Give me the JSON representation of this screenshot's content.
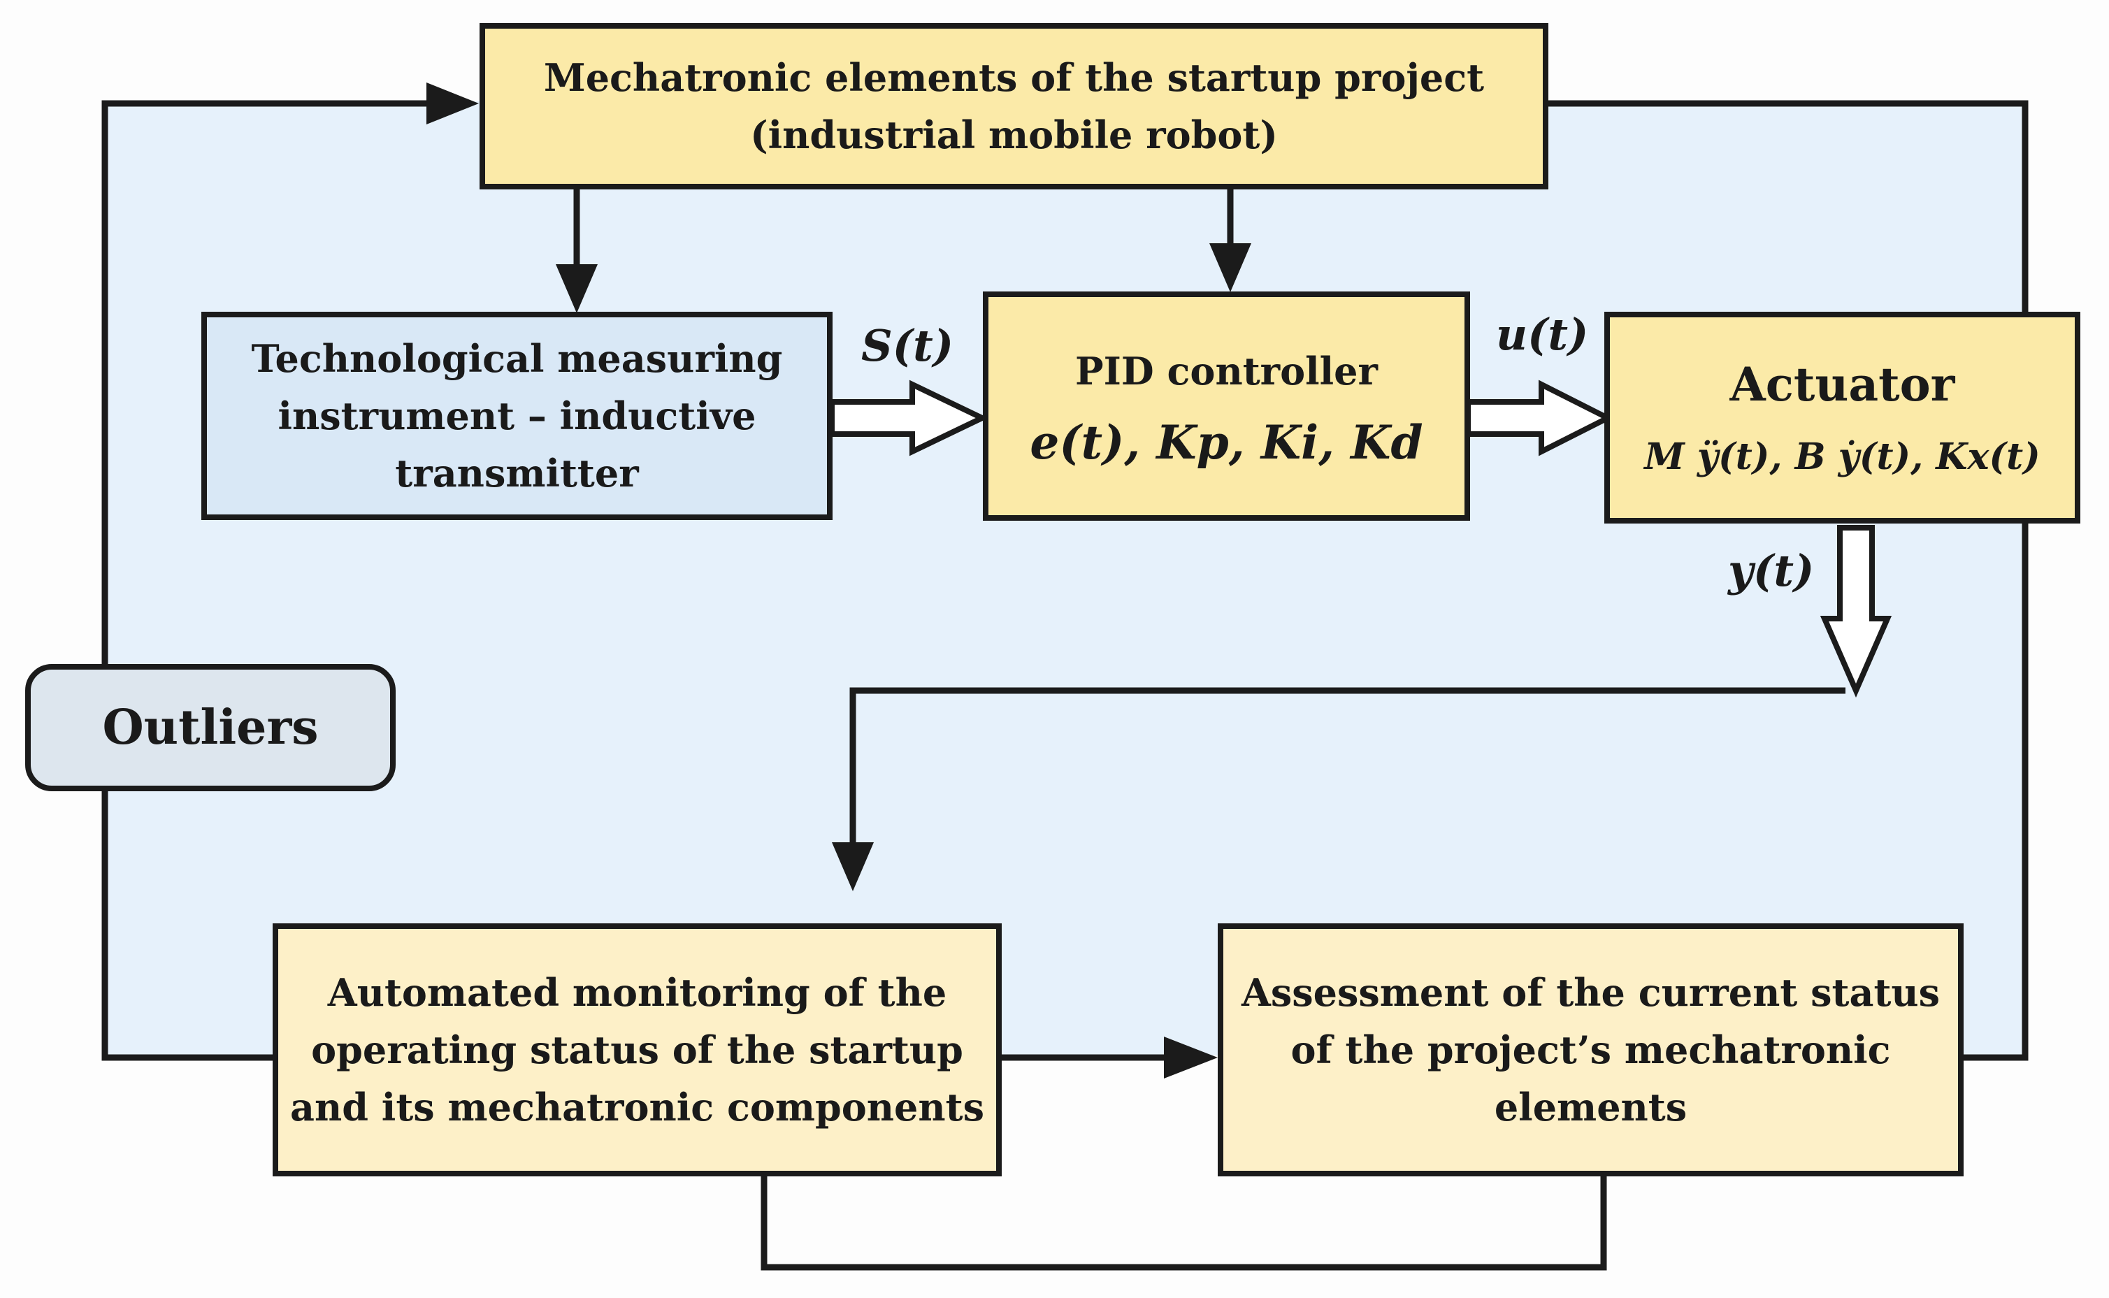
{
  "nodes": {
    "mechatronic_elements": {
      "line1": "Mechatronic elements of the startup project",
      "line2": "(industrial mobile robot)"
    },
    "measuring_instrument": {
      "line1": "Technological measuring",
      "line2": "instrument – inductive",
      "line3": "transmitter"
    },
    "pid_controller": {
      "title": "PID controller",
      "formula": "e(t), Kp, Ki, Kd"
    },
    "actuator": {
      "title": "Actuator",
      "formula": "M ÿ(t), B ẏ(t), Kx(t)"
    },
    "automated_monitoring": {
      "line1": "Automated monitoring of the",
      "line2": "operating status of the startup",
      "line3": "and its mechatronic components"
    },
    "assessment": {
      "line1": "Assessment of the current status",
      "line2": "of the project’s mechatronic",
      "line3": "elements"
    },
    "outliers": {
      "label": "Outliers"
    }
  },
  "signals": {
    "s": "S(t)",
    "u": "u(t)",
    "y": "y(t)"
  },
  "colors": {
    "background_panel": "#e6f1fb",
    "box_yellow": "#fbeaa8",
    "box_cream": "#fdf0c8",
    "box_blue": "#d9e8f6",
    "box_grey": "#dde6ee",
    "stroke": "#1b1b1b"
  }
}
